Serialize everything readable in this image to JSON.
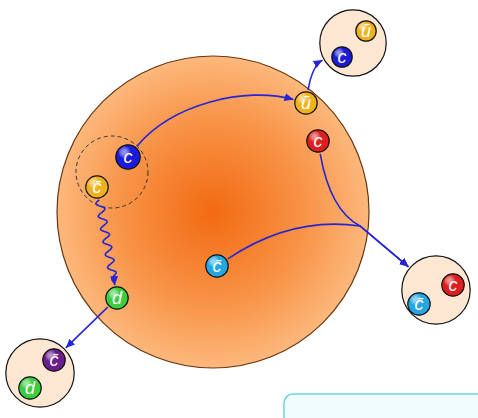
{
  "diagram": {
    "nodes": [
      {
        "text": []
      },
      {
        "text": [
          "ū"
        ],
        "in": 0
      },
      {
        "text": [
          "c"
        ],
        "in": 0
      },
      {
        "text": [
          "ū"
        ]
      },
      {
        "text": [
          "c"
        ]
      },
      {
        "text": [
          "c"
        ]
      },
      {
        "text": [
          "c̄"
        ]
      },
      {
        "text": [
          "c̄"
        ]
      },
      {
        "text": []
      },
      {
        "text": [
          "c"
        ],
        "in": 8
      },
      {
        "text": [
          "c̄"
        ],
        "in": 8
      },
      {
        "text": [
          "d"
        ]
      },
      {
        "text": []
      },
      {
        "text": [
          "c̄"
        ],
        "in": 12
      },
      {
        "text": [
          "d"
        ],
        "in": 12
      }
    ],
    "edges": [
      {
        "from": 5,
        "to": 3,
        "arrow": "to"
      },
      {
        "from": 3,
        "to": 0,
        "arrow": "to"
      },
      {
        "from": 6,
        "to": 11,
        "arrow": "to"
      },
      {
        "from": 11,
        "to": 12,
        "arrow": "to"
      },
      {
        "from": 4,
        "to": 8,
        "arrow": "to"
      },
      {
        "from": 7,
        "to": 8,
        "arrow": "to"
      }
    ]
  }
}
